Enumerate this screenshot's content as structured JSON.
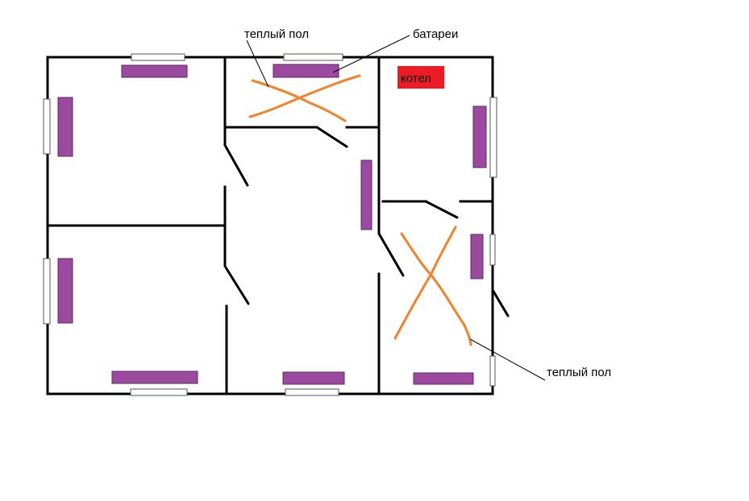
{
  "labels": {
    "warm_floor_top": "теплый пол",
    "radiators": "батареи",
    "boiler": "котел",
    "warm_floor_right": "теплый пол"
  },
  "colors": {
    "wall": "#000000",
    "radiator": "#9b4aa0",
    "boiler": "#ec1c24",
    "warm_floor": "#f5822a",
    "window_fill": "#ffffff",
    "window_stroke": "#555555",
    "background": "#ffffff"
  }
}
